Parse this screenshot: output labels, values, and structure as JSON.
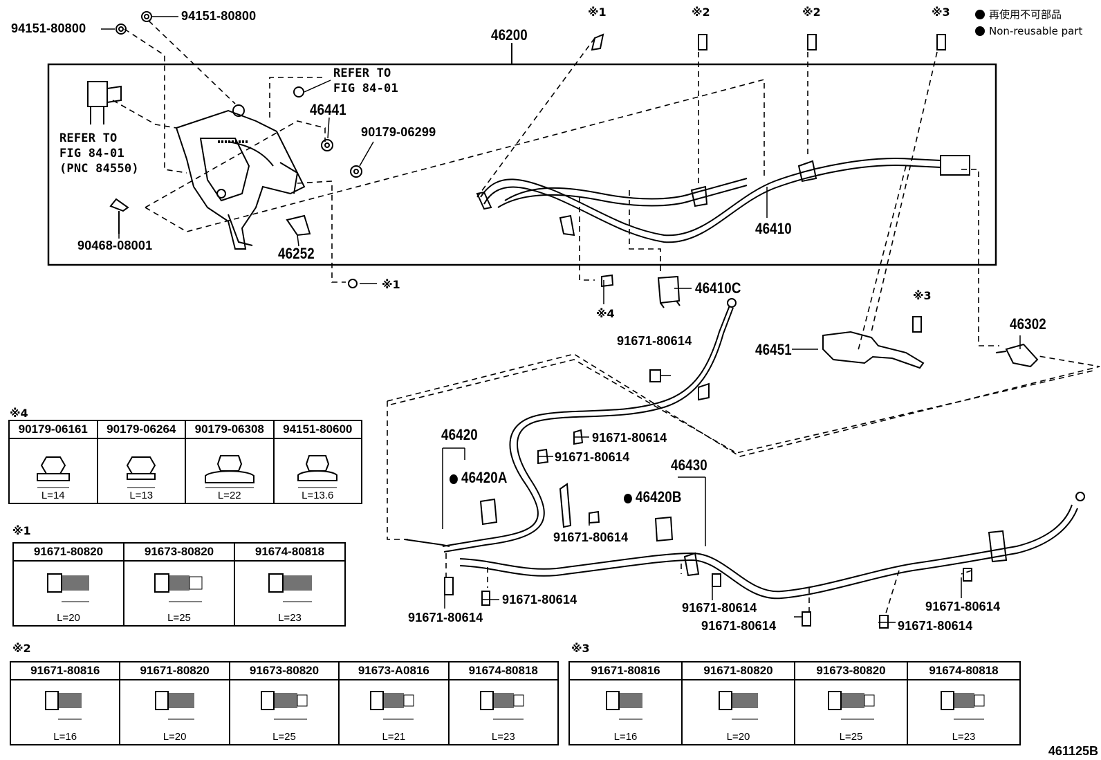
{
  "legend": {
    "ja": "再使用不可部品",
    "en": "Non-reusable part"
  },
  "labels": {
    "p94151_80800_a": "94151-80800",
    "p94151_80800_b": "94151-80800",
    "p46200": "46200",
    "refer1": "REFER TO",
    "refer1b": "FIG 84-01",
    "p46441": "46441",
    "p90179_06299": "90179-06299",
    "refer2a": "REFER TO",
    "refer2b": "FIG 84-01",
    "refer2c": "(PNC 84550)",
    "p90468_08001": "90468-08001",
    "p46252": "46252",
    "p46410": "46410",
    "p46410C": "46410C",
    "m1_top": "※1",
    "m2_top_a": "※2",
    "m2_top_b": "※2",
    "m3_top": "※3",
    "m1_mid": "※1",
    "m4_mid": "※4",
    "m3_mid": "※3",
    "p91671_80614_a": "91671-80614",
    "p46451": "46451",
    "p46302": "46302",
    "p91671_80614_b": "91671-80614",
    "p91671_80614_c": "91671-80614",
    "p46420": "46420",
    "p46420A": "46420A",
    "p46430": "46430",
    "p46420B": "46420B",
    "p91671_80614_d": "91671-80614",
    "p91671_80614_e": "91671-80614",
    "p91671_80614_f": "91671-80614",
    "p91671_80614_g": "91671-80614",
    "p91671_80614_h": "91671-80614",
    "p91671_80614_i": "91671-80614",
    "p91671_80614_j": "91671-80614"
  },
  "tables": {
    "t4": {
      "mark": "※4",
      "headers": [
        "90179-06161",
        "90179-06264",
        "90179-06308",
        "94151-80600"
      ],
      "lengths": [
        "L=14",
        "L=13",
        "L=22",
        "L=13.6"
      ]
    },
    "t1": {
      "mark": "※1",
      "headers": [
        "91671-80820",
        "91673-80820",
        "91674-80818"
      ],
      "lengths": [
        "L=20",
        "L=25",
        "L=23"
      ]
    },
    "t2": {
      "mark": "※2",
      "headers": [
        "91671-80816",
        "91671-80820",
        "91673-80820",
        "91673-A0816",
        "91674-80818"
      ],
      "lengths": [
        "L=16",
        "L=20",
        "L=25",
        "L=21",
        "L=23"
      ]
    },
    "t3": {
      "mark": "※3",
      "headers": [
        "91671-80816",
        "91671-80820",
        "91673-80820",
        "91674-80818"
      ],
      "lengths": [
        "L=16",
        "L=20",
        "L=25",
        "L=23"
      ]
    }
  },
  "figure_code": "461125B"
}
